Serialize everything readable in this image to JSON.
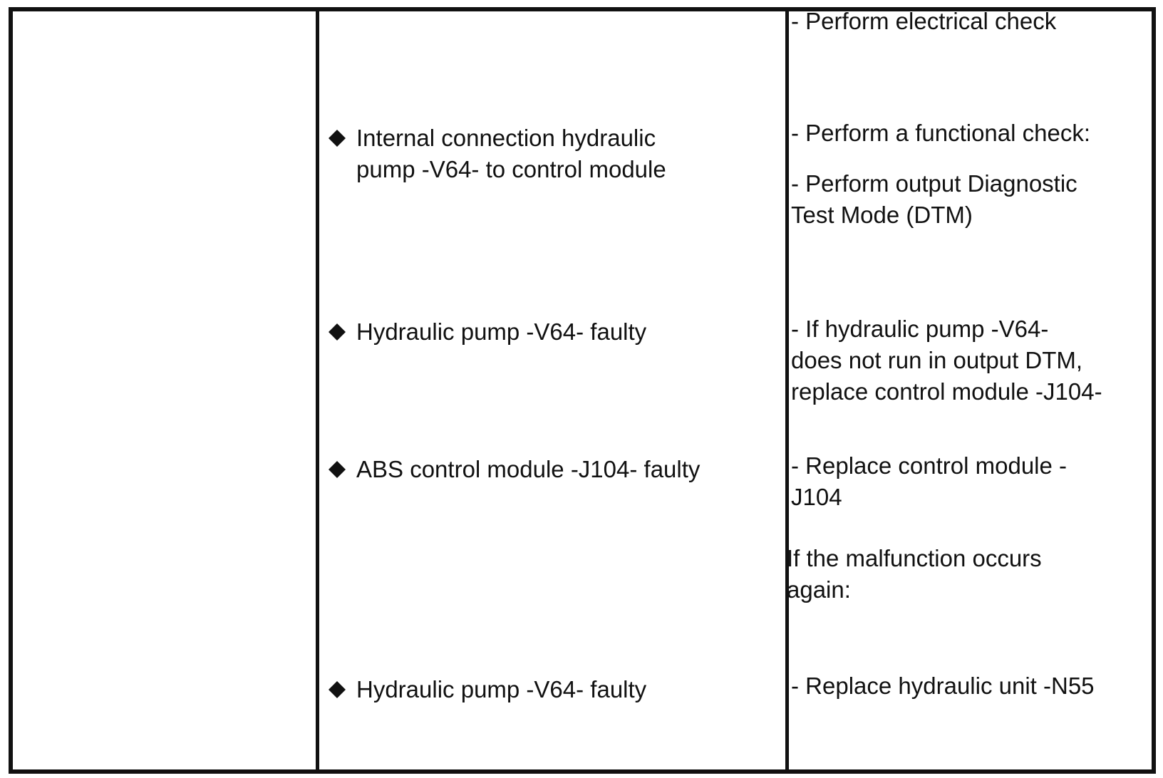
{
  "rows": {
    "electrical": {
      "action": "- Perform electrical check"
    },
    "internal": {
      "cause": "Internal connection hydraulic\npump -V64- to control module",
      "action1": "- Perform a functional check:",
      "action2": "- Perform output Diagnostic\nTest Mode (DTM)"
    },
    "pump1": {
      "cause": "Hydraulic pump -V64- faulty",
      "action": "- If hydraulic pump -V64-\ndoes not run in output DTM,\nreplace control module -J104-"
    },
    "abs": {
      "cause": "ABS control module -J104- faulty",
      "action": "- Replace control module -\nJ104",
      "note": "If the malfunction occurs\nagain:"
    },
    "pump2": {
      "cause": "Hydraulic pump -V64- faulty",
      "action": "- Replace hydraulic unit -N55"
    }
  },
  "icons": {
    "bullet": "diamond-bullet-icon"
  }
}
